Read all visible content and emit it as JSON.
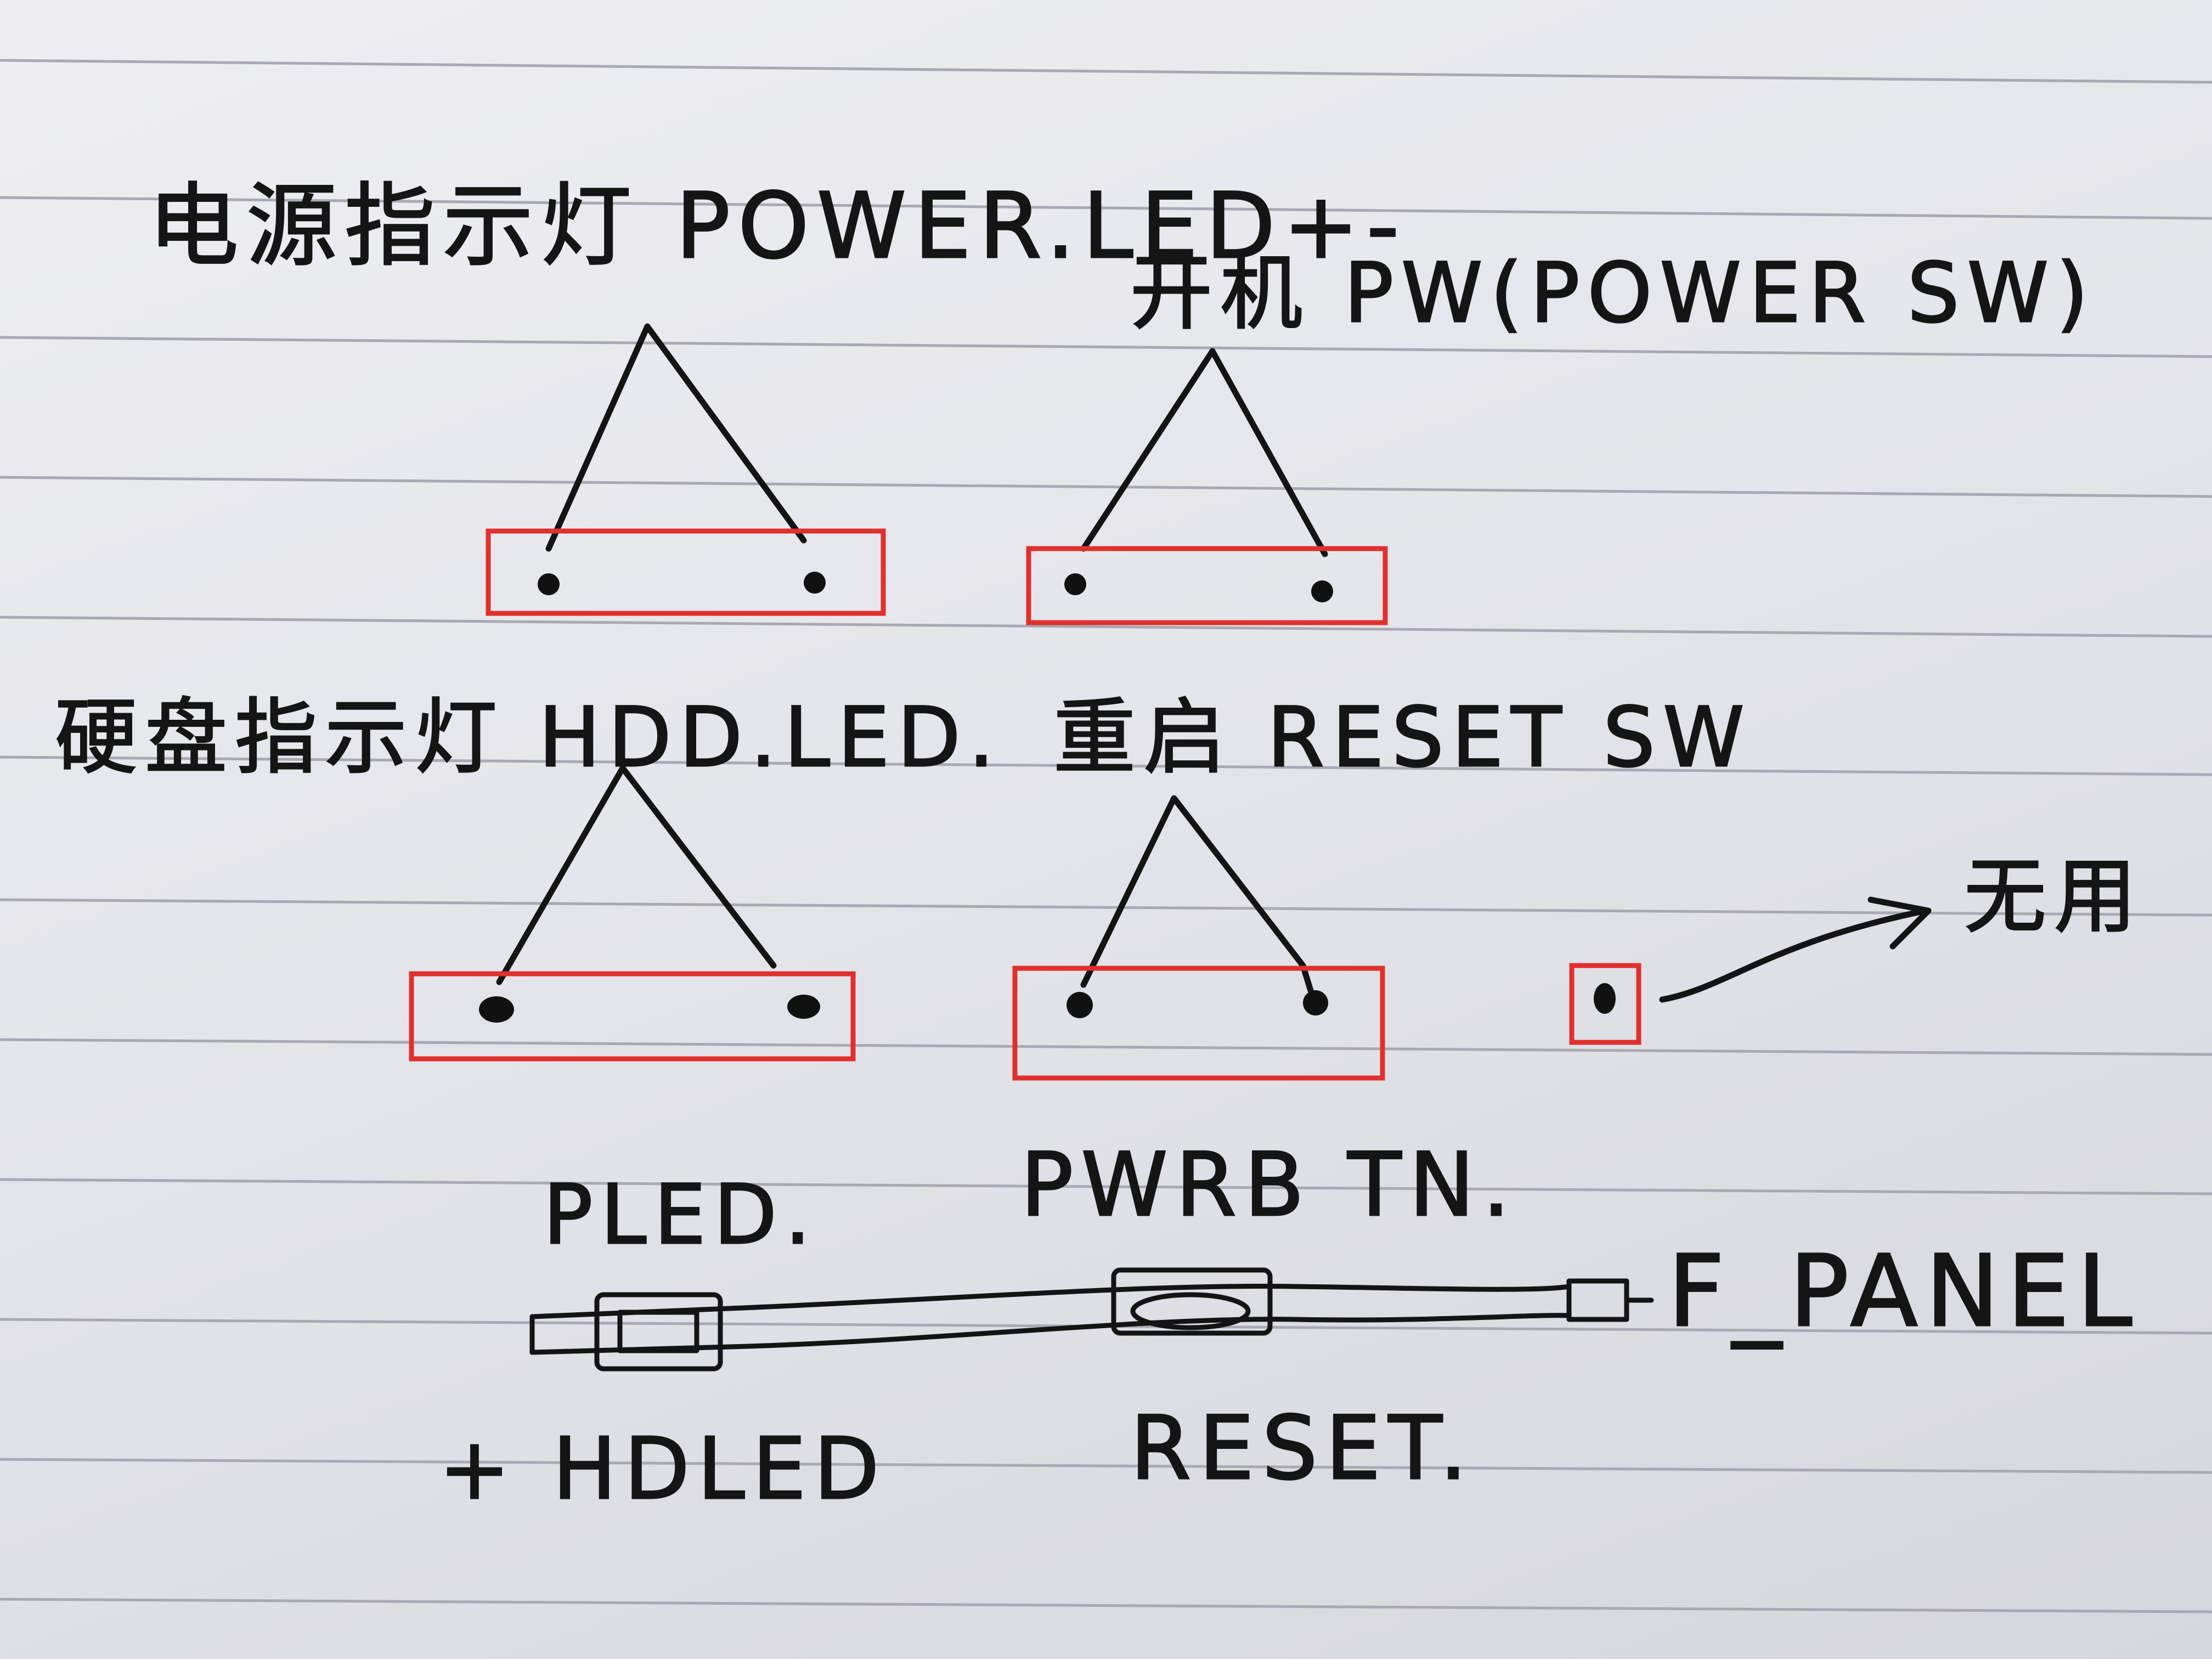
{
  "notes": {
    "power_led": "电源指示灯 POWER.LED+-",
    "power_sw": "开机 PW(POWER SW)",
    "hdd_led": "硬盘指示灯 HDD.LED.",
    "reset_sw": "重启 RESET SW",
    "unused": "无用",
    "pled": "PLED.",
    "pwrbtn": "PWRB TN.",
    "f_panel": "F_PANEL",
    "hdled": "+ HDLED",
    "reset": "RESET."
  },
  "colors": {
    "ink": "#141414",
    "pin_box": "#e0302e",
    "paper": "#e8e9ee",
    "rule_line": "#a8a9b3"
  }
}
